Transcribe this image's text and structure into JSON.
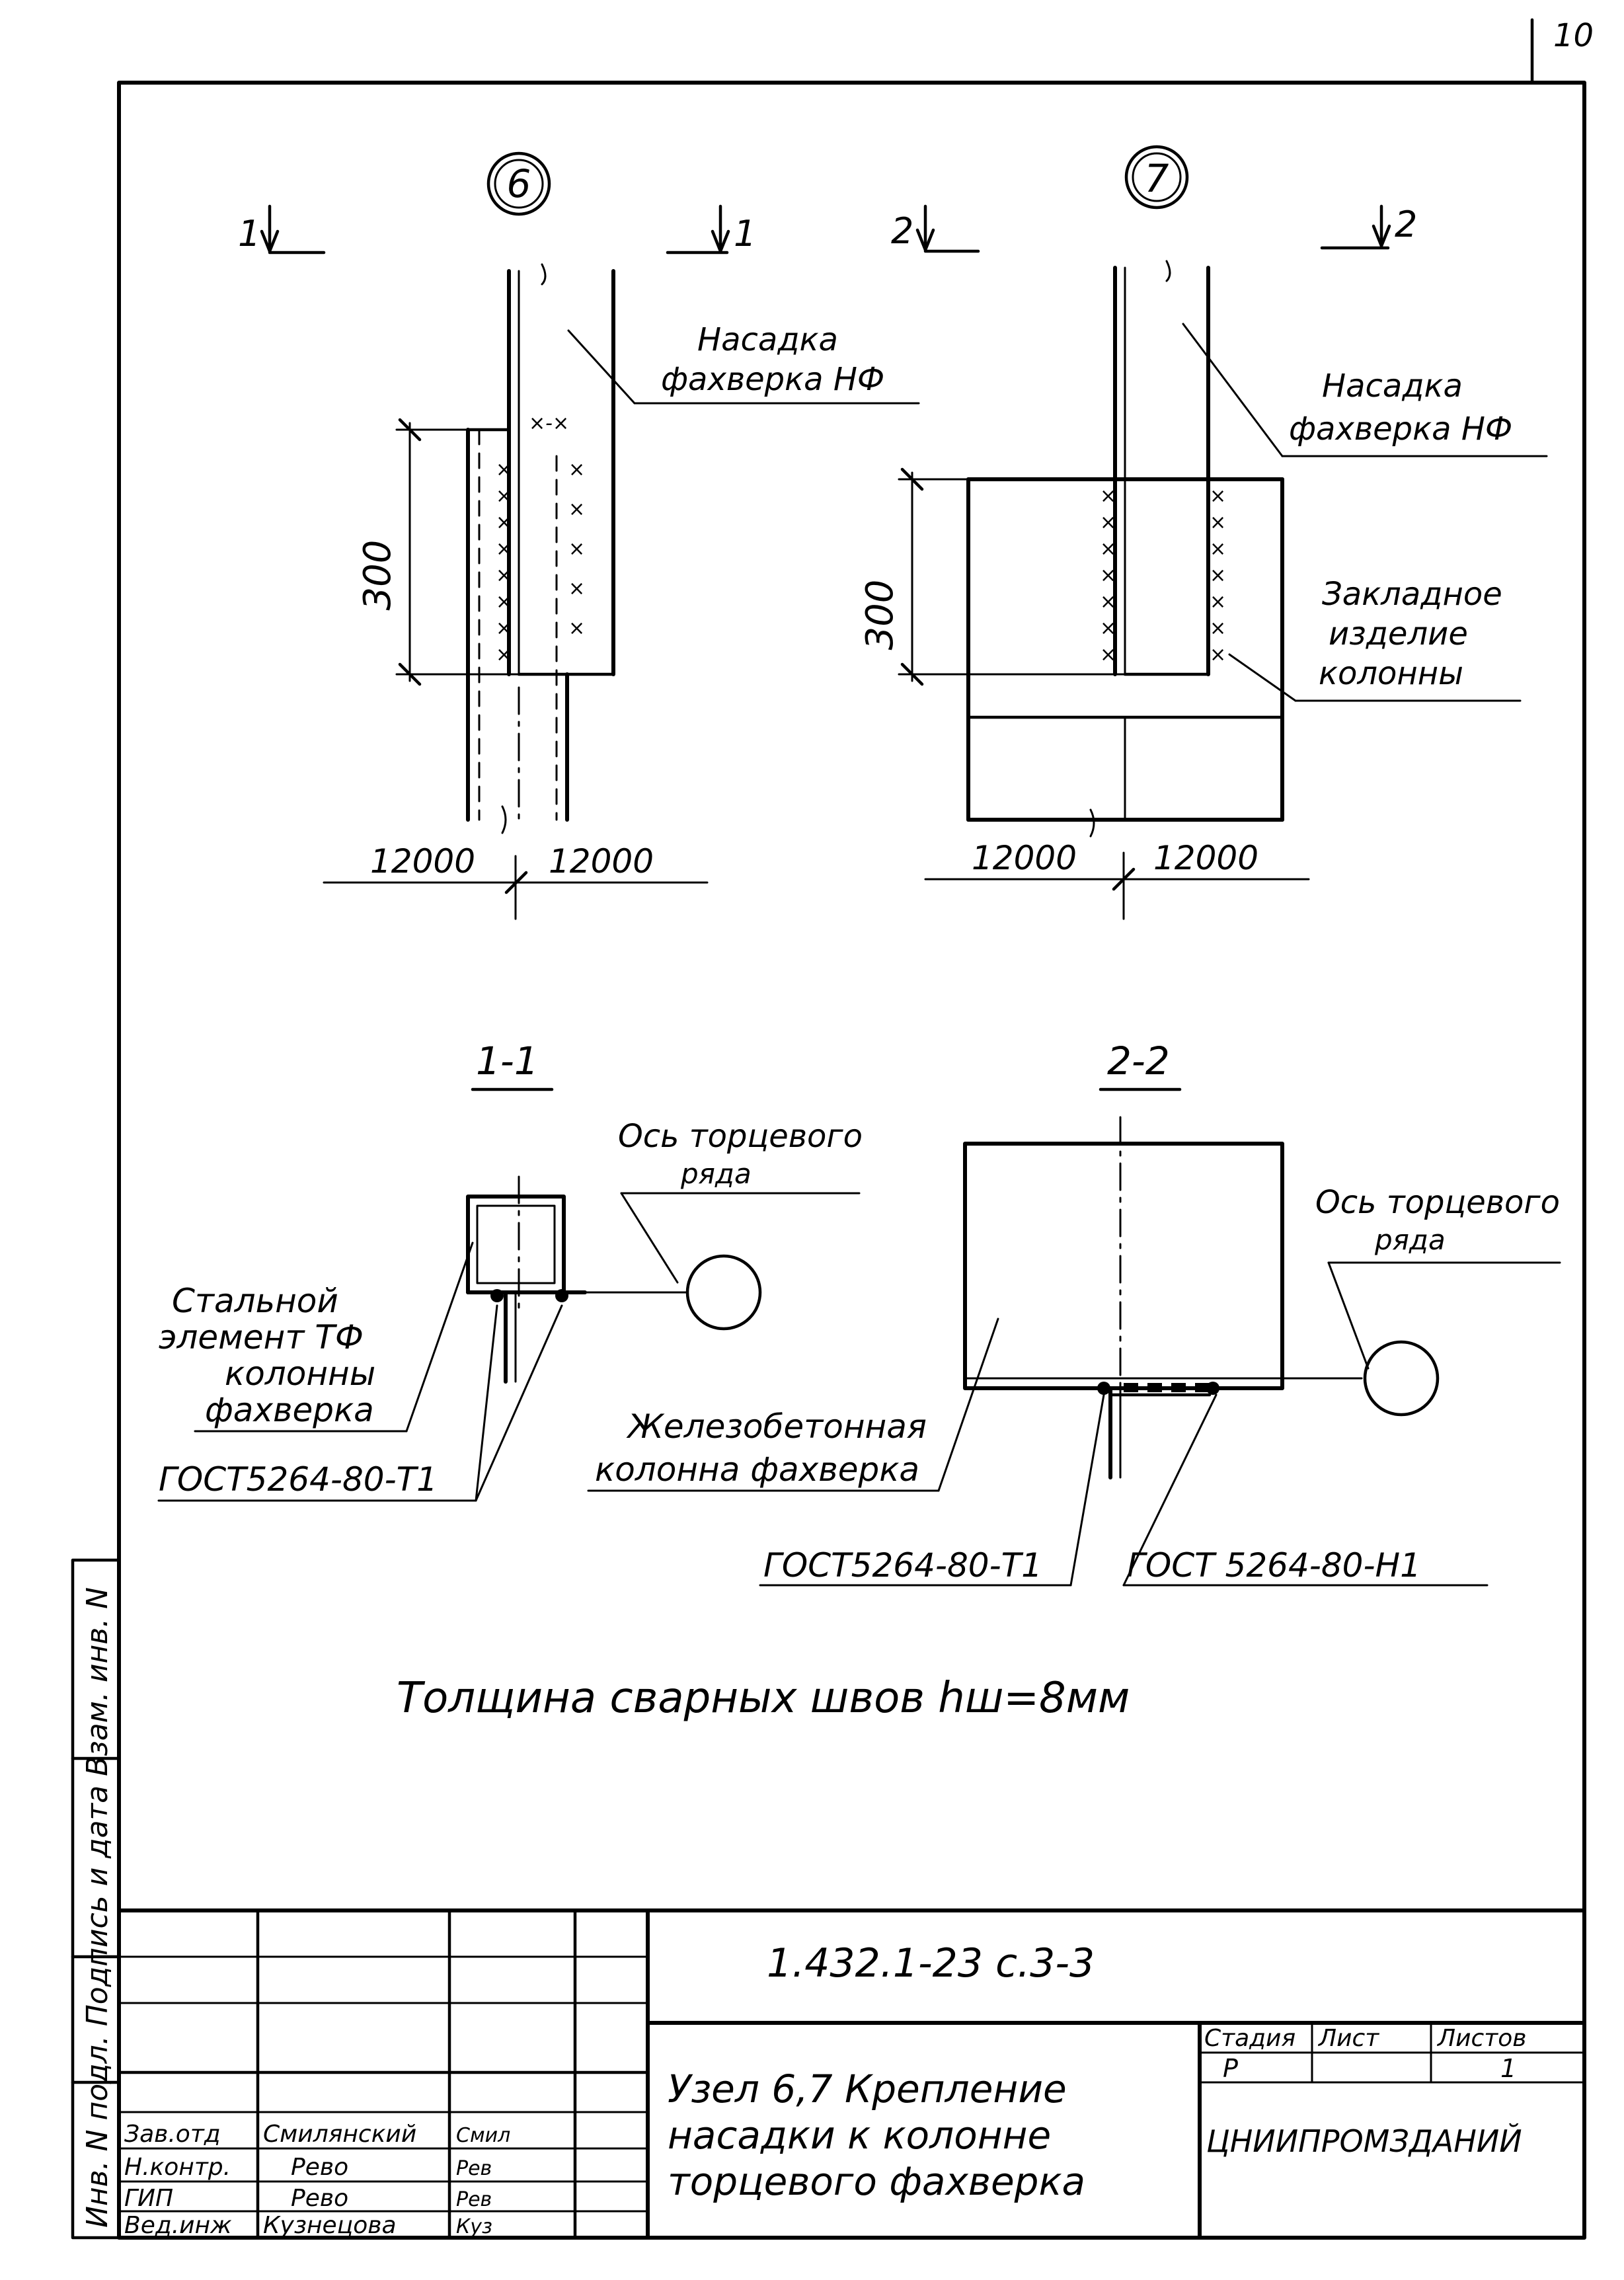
{
  "page_number": "10",
  "node6": {
    "id": "6",
    "section_left": "1",
    "section_right": "1",
    "label_line1": "Насадка",
    "label_line2": "фахверка НФ",
    "dim_height": "300",
    "dim_left": "12000",
    "dim_right": "12000"
  },
  "node7": {
    "id": "7",
    "section_left": "2",
    "section_right": "2",
    "label_line1": "Насадка",
    "label_line2": "фахверка НФ",
    "embed_line1": "Закладное",
    "embed_line2": "изделие",
    "embed_line3": "колонны",
    "dim_height": "300",
    "dim_left": "12000",
    "dim_right": "12000"
  },
  "section11": {
    "title": "1-1",
    "axis_line1": "Ось торцевого",
    "axis_line2": "ряда",
    "element_line1": "Стальной",
    "element_line2": "элемент ТФ",
    "element_line3": "колонны",
    "element_line4": "фахверка",
    "weld": "ГОСТ5264-80-Т1"
  },
  "section22": {
    "title": "2-2",
    "axis_line1": "Ось торцевого",
    "axis_line2": "ряда",
    "column_line1": "Железобетонная",
    "column_line2": "колонна фахверка",
    "weld_left": "ГОСТ5264-80-Т1",
    "weld_right": "ГОСТ 5264-80-Н1"
  },
  "note": "Толщина сварных швов  hш=8мм",
  "side_stamp": "Инв. N подл.  Подпись и дата  Взам. инв. N",
  "title_block": {
    "code": "1.432.1-23 с.3-3",
    "title_line1": "Узел 6,7  Крепление",
    "title_line2": "насадки к колонне",
    "title_line3": "торцевого фахверка",
    "stage_header": "Стадия",
    "sheet_header": "Лист",
    "sheets_header": "Листов",
    "stage_value": "Р",
    "sheet_value": "",
    "sheets_value": "1",
    "organization": "ЦНИИПРОМЗДАНИЙ",
    "signers": [
      {
        "role": "Зав.отд",
        "name": "Смилянский",
        "signature": "Смил"
      },
      {
        "role": "Н.контр.",
        "name": "Рево",
        "signature": "Рев"
      },
      {
        "role": "ГИП",
        "name": "Рево",
        "signature": "Рев"
      },
      {
        "role": "Вед.инж",
        "name": "Кузнецова",
        "signature": "Куз"
      }
    ]
  }
}
